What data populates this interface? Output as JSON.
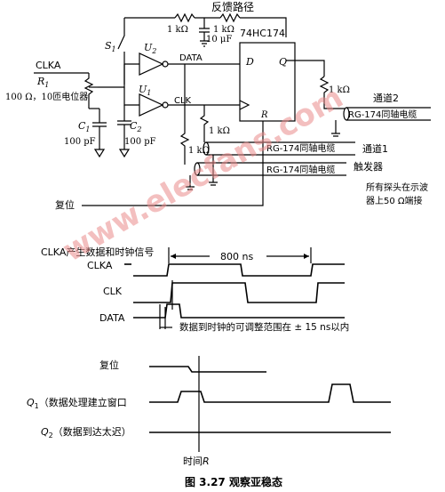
{
  "caption": "图 3.27   观察亚稳态",
  "watermark": "www.elecfans.com",
  "circuit": {
    "feedback_path": "反馈路径",
    "r_1k": "1 kΩ",
    "c_10uf": "10 μF",
    "clka": "CLKA",
    "pot_spec": "100 Ω，10匝电位器",
    "c_100pf": "100 pF",
    "data": "DATA",
    "clk": "CLK",
    "ic": "74HC174",
    "pin_d": "D",
    "pin_q": "Q",
    "pin_r": "R",
    "channel2": "通道2",
    "channel1": "通道1",
    "trigger": "触发器",
    "coax": "RG-174同轴电缆",
    "reset": "复位",
    "probe_note_1": "所有探头在示波",
    "probe_note_2": "器上50 Ω端接"
  },
  "timing1": {
    "title": "CLKA产生数据和时钟信号",
    "period": "800 ns",
    "clka": "CLKA",
    "clk": "CLK",
    "data": "DATA",
    "adjust_note": "数据到时钟的可调整范围在 ± 15 ns以内"
  },
  "timing2": {
    "reset": "复位",
    "q1_desc": "（数据处理建立窗口",
    "q2_desc": "（数据到达太迟）",
    "time_prefix": "时间",
    "time_var": "R"
  }
}
